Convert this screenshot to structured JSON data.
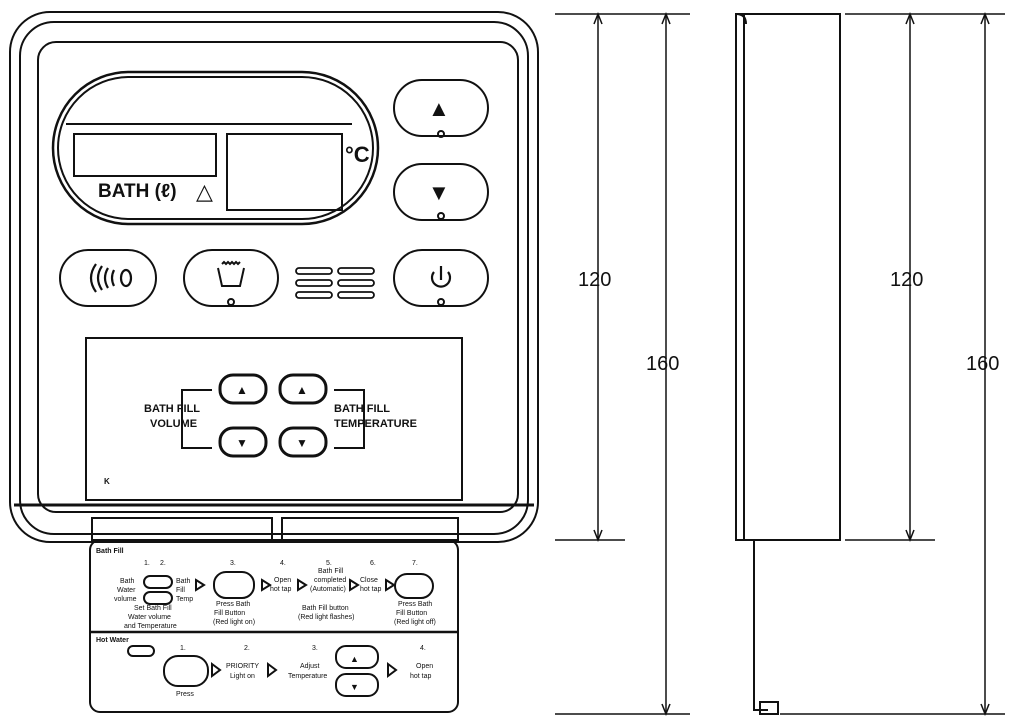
{
  "display": {
    "unit_label": "°C",
    "bath_label": "BATH (ℓ)",
    "warning_symbol": "△"
  },
  "icons": {
    "up_arrow": "▲",
    "down_arrow": "▼",
    "small_up": "▲",
    "small_down": "▼"
  },
  "panel": {
    "bath_fill_volume_line1": "BATH FILL",
    "bath_fill_volume_line2": "VOLUME",
    "bath_fill_temp_line1": "BATH FILL",
    "bath_fill_temp_line2": "TEMPERATURE",
    "k_mark": "K"
  },
  "instructions": {
    "bath_fill_title": "Bath Fill",
    "steps_row1": [
      {
        "num": "1.",
        "text": ""
      },
      {
        "num": "2.",
        "text": ""
      },
      {
        "num": "3.",
        "text": ""
      },
      {
        "num": "4.",
        "text": ""
      },
      {
        "num": "5.",
        "text": ""
      },
      {
        "num": "6.",
        "text": ""
      },
      {
        "num": "7.",
        "text": ""
      }
    ],
    "bath_water_volume": [
      "Bath",
      "Water",
      "volume"
    ],
    "bath_fill_temp": [
      "Bath",
      "Fill",
      "Temp"
    ],
    "set_bath_fill": [
      "Set Bath Fill",
      "Water volume",
      "and Temperature"
    ],
    "press_bath_fill_on": [
      "Press Bath",
      "Fill Button",
      "(Red light on)"
    ],
    "open_hot_tap": [
      "Open",
      "hot tap"
    ],
    "bath_fill_completed": [
      "Bath Fill",
      "completed",
      "(Automatic)"
    ],
    "bath_fill_flashes": [
      "Bath Fill button",
      "(Red light flashes)"
    ],
    "close_hot_tap": [
      "Close",
      "hot tap"
    ],
    "press_bath_fill_off": [
      "Press Bath",
      "Fill Button",
      "(Red light off)"
    ],
    "hot_water_title": "Hot Water",
    "steps_row2": [
      {
        "num": "1."
      },
      {
        "num": "2."
      },
      {
        "num": "3."
      },
      {
        "num": "4."
      }
    ],
    "press": "Press",
    "priority_light": [
      "PRIORITY",
      "Light on"
    ],
    "adjust_temp": [
      "Adjust",
      "Temperature"
    ],
    "open_hot_tap_2": [
      "Open",
      "hot tap"
    ]
  },
  "dimensions": {
    "front_inner": "120",
    "front_outer": "160",
    "side_inner": "120",
    "side_outer": "160"
  }
}
